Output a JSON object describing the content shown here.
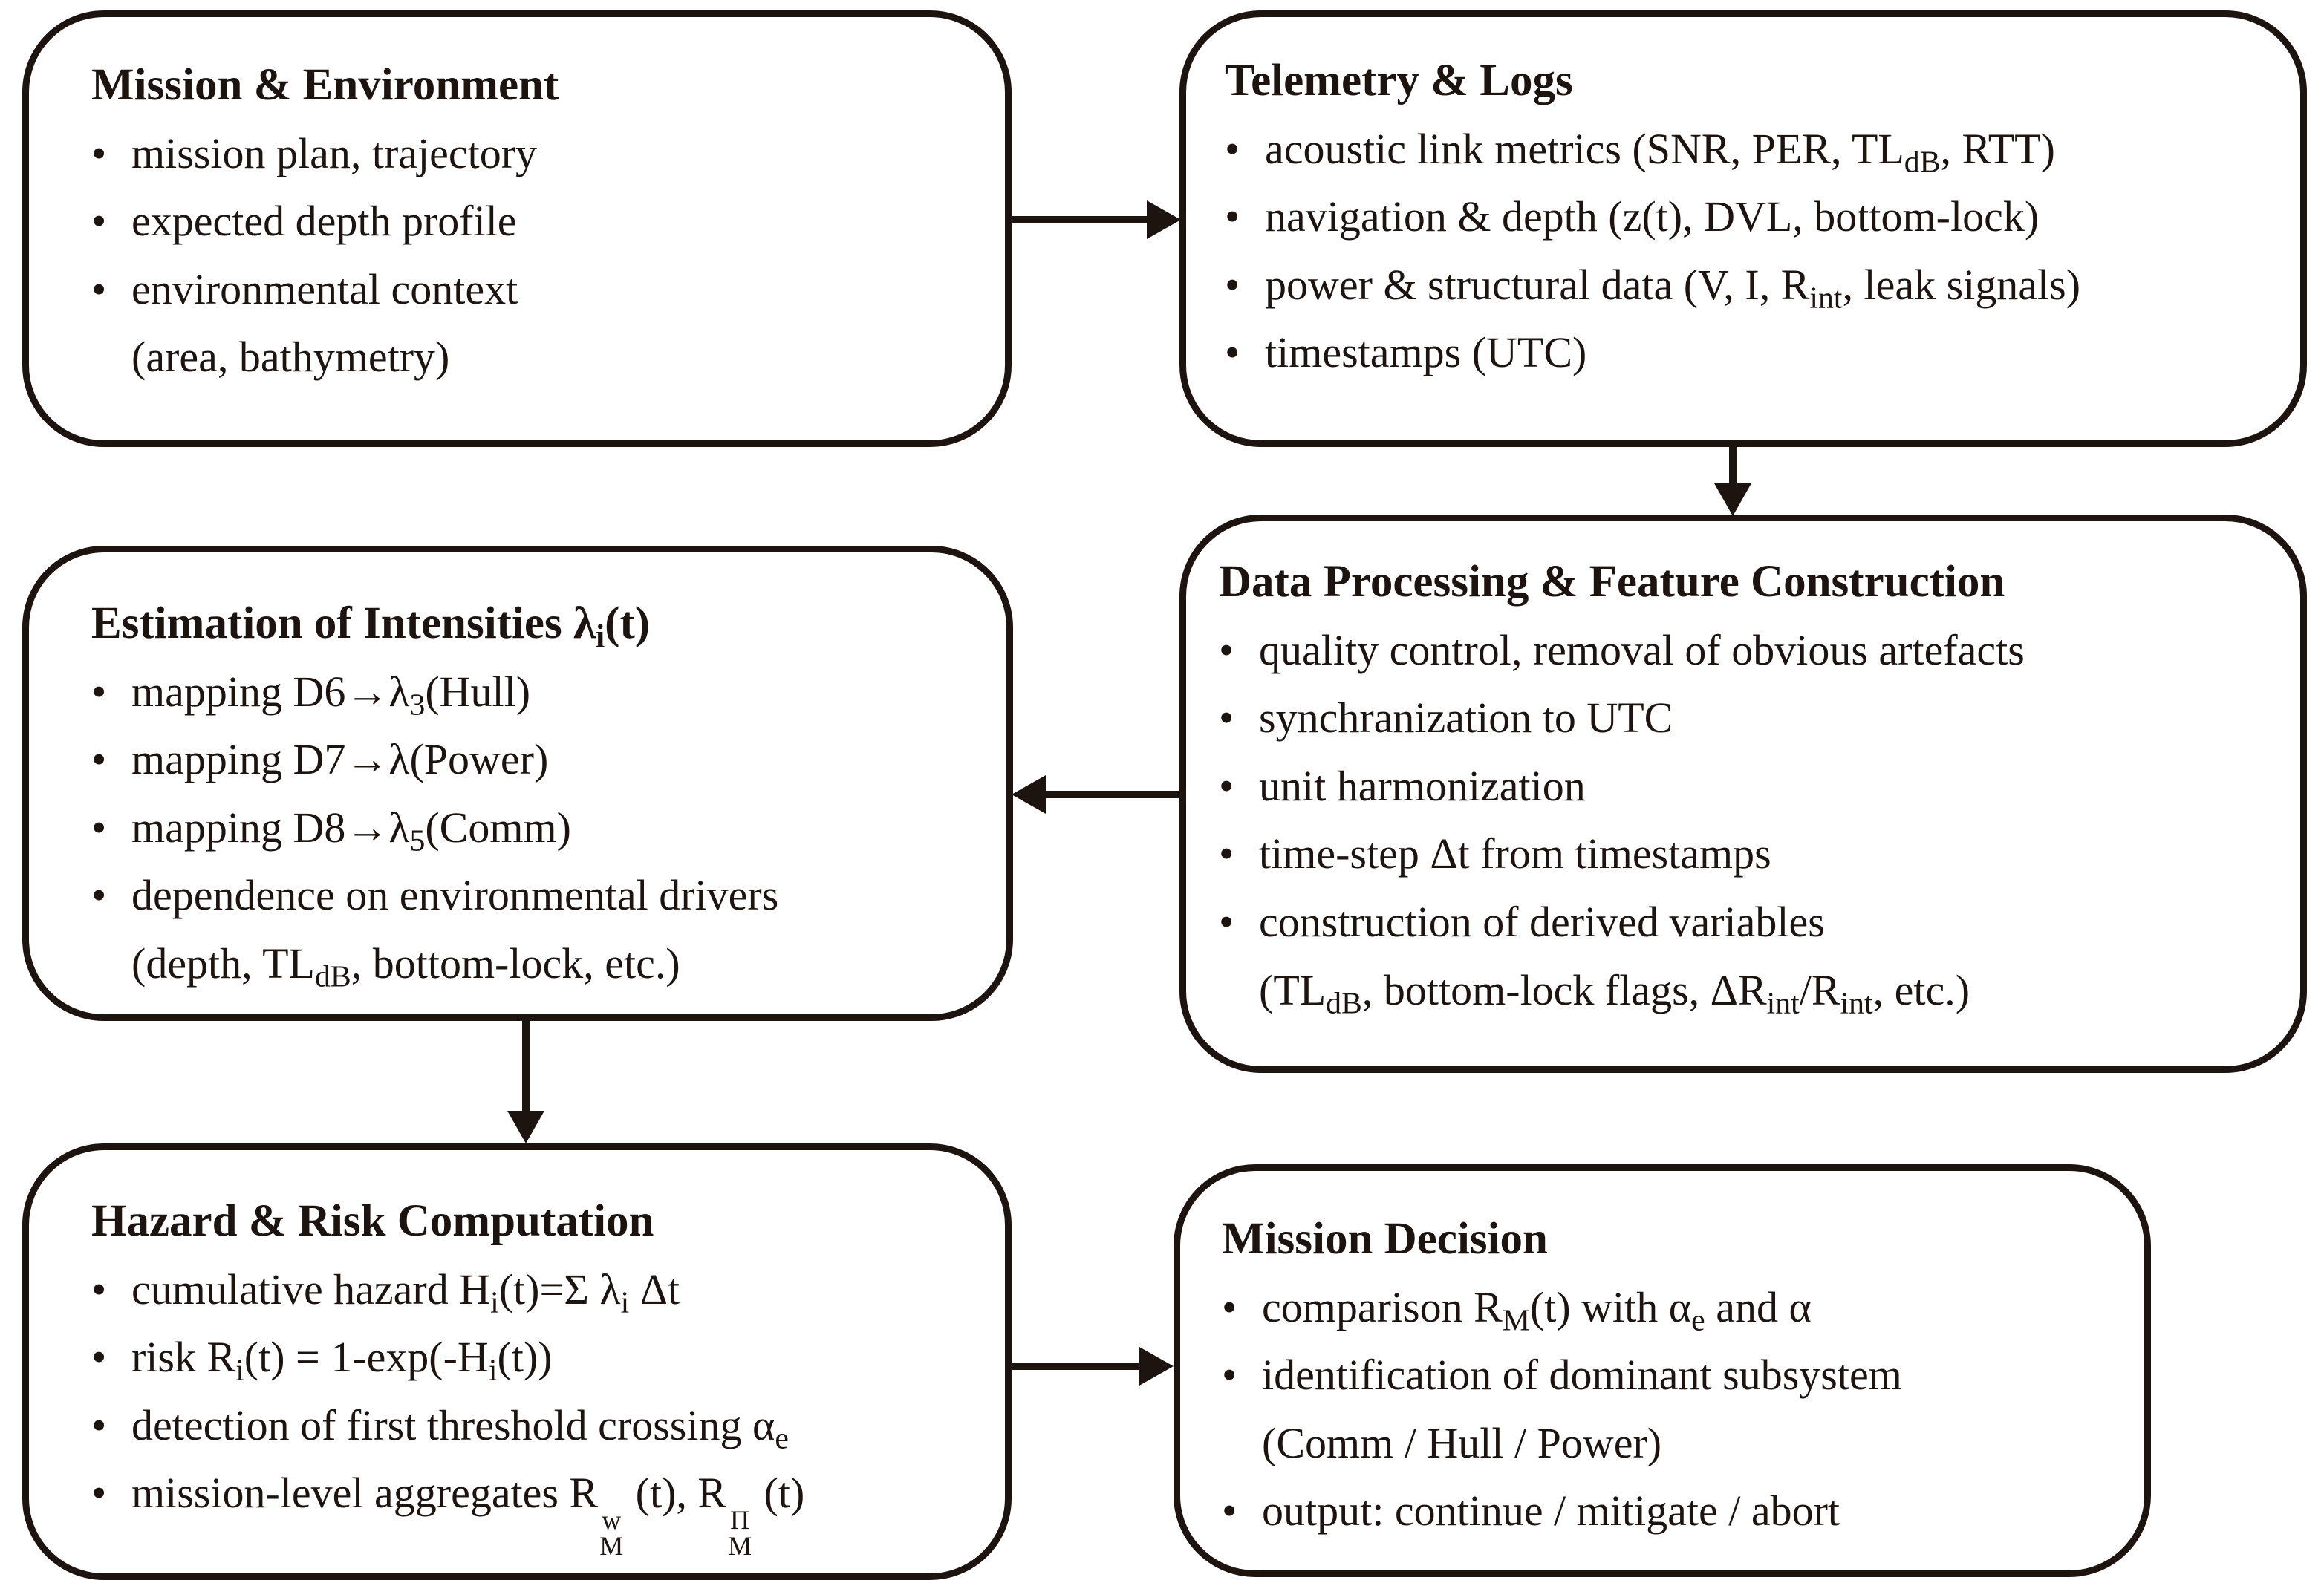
{
  "colors": {
    "ink": "#1d1410",
    "background": "#ffffff"
  },
  "boxes": [
    {
      "id": "mission-environment",
      "title": "Mission &amp; Environment",
      "bullets": [
        "mission plan, trajectory",
        "expected depth profile",
        "environmental context<br>(area, bathymetry)"
      ]
    },
    {
      "id": "telemetry-logs",
      "title": "Telemetry &amp; Logs",
      "bullets": [
        "acoustic link metrics (SNR, PER, TL<sub>dB</sub>, RTT)",
        "navigation &amp; depth (z(t), DVL, bottom-lock)",
        "power &amp; structural data (V, I, R<sub>int</sub>, leak signals)",
        "timestamps (UTC)"
      ]
    },
    {
      "id": "estimation-intensities",
      "title": "Estimation of Intensities λ<sub>i</sub>(t)",
      "bullets": [
        "mapping D6→λ<sub>3</sub>(Hull)",
        "mapping D7→λ(Power)",
        "mapping D8→λ<sub>5</sub>(Comm)",
        "dependence on environmental drivers<br>(depth, TL<sub>dB</sub>, bottom-lock, etc.)"
      ]
    },
    {
      "id": "data-processing",
      "title": "Data Processing &amp; Feature Construction",
      "bullets": [
        "quality control, removal of obvious artefacts",
        "synchranization to UTC",
        "unit harmonization",
        "time-step Δt from timestamps",
        "construction of derived variables<br>(TL<sub>dB</sub>, bottom-lock flags, ΔR<sub>int</sub>/R<sub>int</sub>, etc.)"
      ]
    },
    {
      "id": "hazard-risk",
      "title": "Hazard &amp; Risk Computation",
      "bullets": [
        "cumulative hazard H<sub>i</sub>(t)=Σ λ<sub>i</sub> Δt",
        "risk R<sub>i</sub>(t) = 1-exp(-H<sub>i</sub>(t))",
        "detection of first threshold crossing α<sub>e</sub>",
        "mission-level aggregates R<span class='stk'><sup>w</sup><sub>M</sub></span> (t), R<span class='stk'><sup>Π</sup><sub>M</sub></span> (t)"
      ]
    },
    {
      "id": "mission-decision",
      "title": "Mission Decision",
      "bullets": [
        "comparison R<sub>M</sub>(t) with α<sub>e</sub> and α",
        "identification of dominant subsystem<br>(Comm / Hull / Power)",
        "output: continue / mitigate / abort"
      ]
    }
  ],
  "arrows": [
    {
      "from": "mission-environment",
      "to": "telemetry-logs",
      "direction": "right"
    },
    {
      "from": "telemetry-logs",
      "to": "data-processing",
      "direction": "down"
    },
    {
      "from": "data-processing",
      "to": "estimation-intensities",
      "direction": "left"
    },
    {
      "from": "estimation-intensities",
      "to": "hazard-risk",
      "direction": "down"
    },
    {
      "from": "hazard-risk",
      "to": "mission-decision",
      "direction": "right"
    }
  ]
}
